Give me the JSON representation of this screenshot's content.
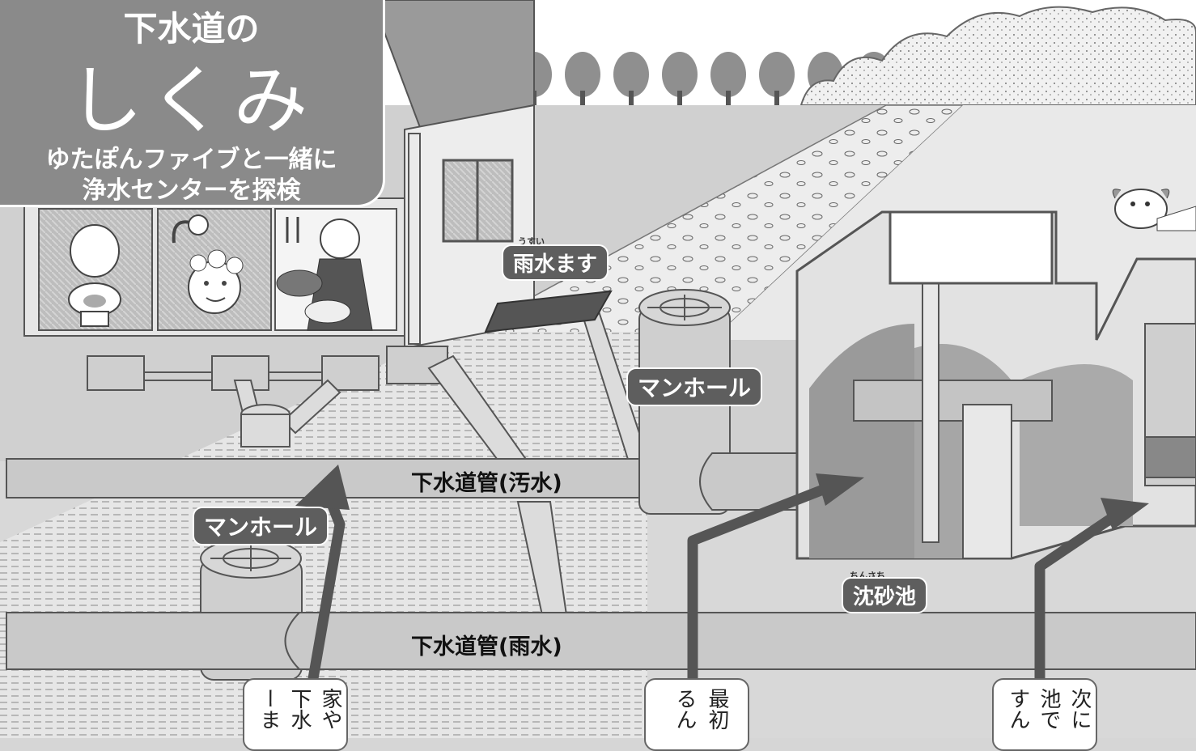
{
  "title": {
    "line1": "下水道の",
    "line2": "しくみ",
    "line3": "ゆたぽんファイブと一緒に",
    "line4": "浄水センターを探検"
  },
  "labels": {
    "rain_inlet": "雨水ます",
    "rain_inlet_ruby": "うすい",
    "manhole_top": "マンホール",
    "manhole_bottom": "マンホール",
    "sewer_pipe": "下水道管(汚水)",
    "storm_pipe": "下水道管(雨水)",
    "grit_chamber": "沈砂池",
    "grit_chamber_ruby": "ちんさち"
  },
  "captions": {
    "c1": [
      "家や",
      "下水",
      "ーま"
    ],
    "c2": [
      "最初",
      "るん"
    ],
    "c3": [
      "次に",
      "池で",
      "すん"
    ]
  },
  "colors": {
    "panel": "#8a8a8a",
    "label_bg": "#5e5e5e",
    "arrow": "#555555",
    "pipe": "#c9c9c9"
  }
}
